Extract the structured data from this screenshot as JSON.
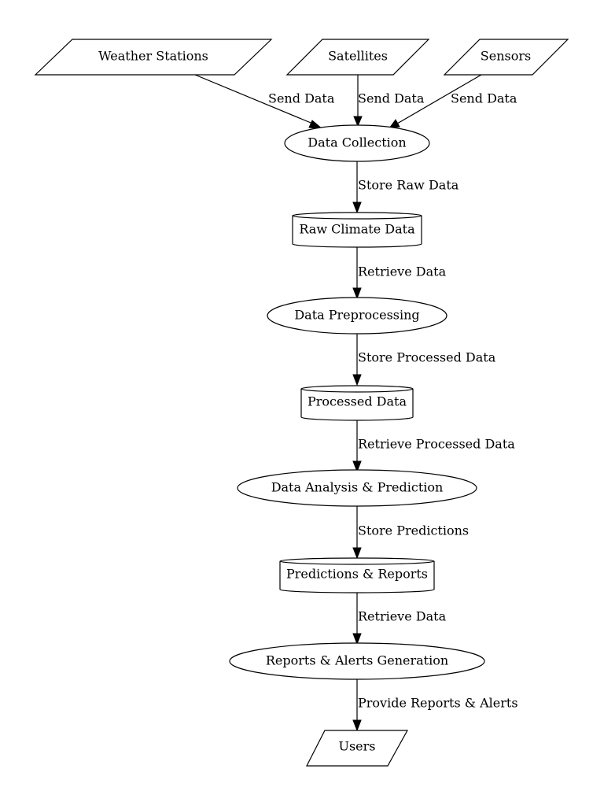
{
  "nodes": {
    "weather_stations": "Weather Stations",
    "satellites": "Satellites",
    "sensors": "Sensors",
    "data_collection": "Data Collection",
    "raw_climate_data": "Raw Climate Data",
    "data_preprocessing": "Data Preprocessing",
    "processed_data": "Processed Data",
    "data_analysis": "Data Analysis & Prediction",
    "predictions_reports": "Predictions & Reports",
    "reports_alerts": "Reports & Alerts Generation",
    "users": "Users"
  },
  "edges": {
    "ws_to_collection": "Send Data",
    "sat_to_collection": "Send Data",
    "sensors_to_collection": "Send Data",
    "collection_to_raw": "Store Raw Data",
    "raw_to_preprocessing": "Retrieve Data",
    "preprocessing_to_processed": "Store Processed Data",
    "processed_to_analysis": "Retrieve Processed Data",
    "analysis_to_predictions": "Store Predictions",
    "predictions_to_reports": "Retrieve Data",
    "reports_to_users": "Provide Reports & Alerts"
  }
}
